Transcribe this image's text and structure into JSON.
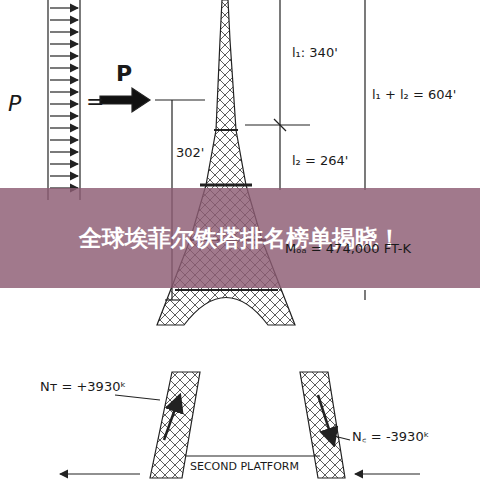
{
  "diagram": {
    "nodes": [
      {
        "text": [
          "全球埃菲尔铁塔排名榜单揭晓！"
        ]
      }
    ],
    "labels": [
      "P",
      "=",
      "P",
      "302'",
      "l₁: 340'",
      "l₂ = 264'",
      "l₁ + l₂ = 604'",
      "Mₒₐ = 474,000 FT-K",
      "Nᴛ = +3930ᵏ",
      "N꜀ = -3930ᵏ",
      "SECOND PLATFORM"
    ]
  }
}
